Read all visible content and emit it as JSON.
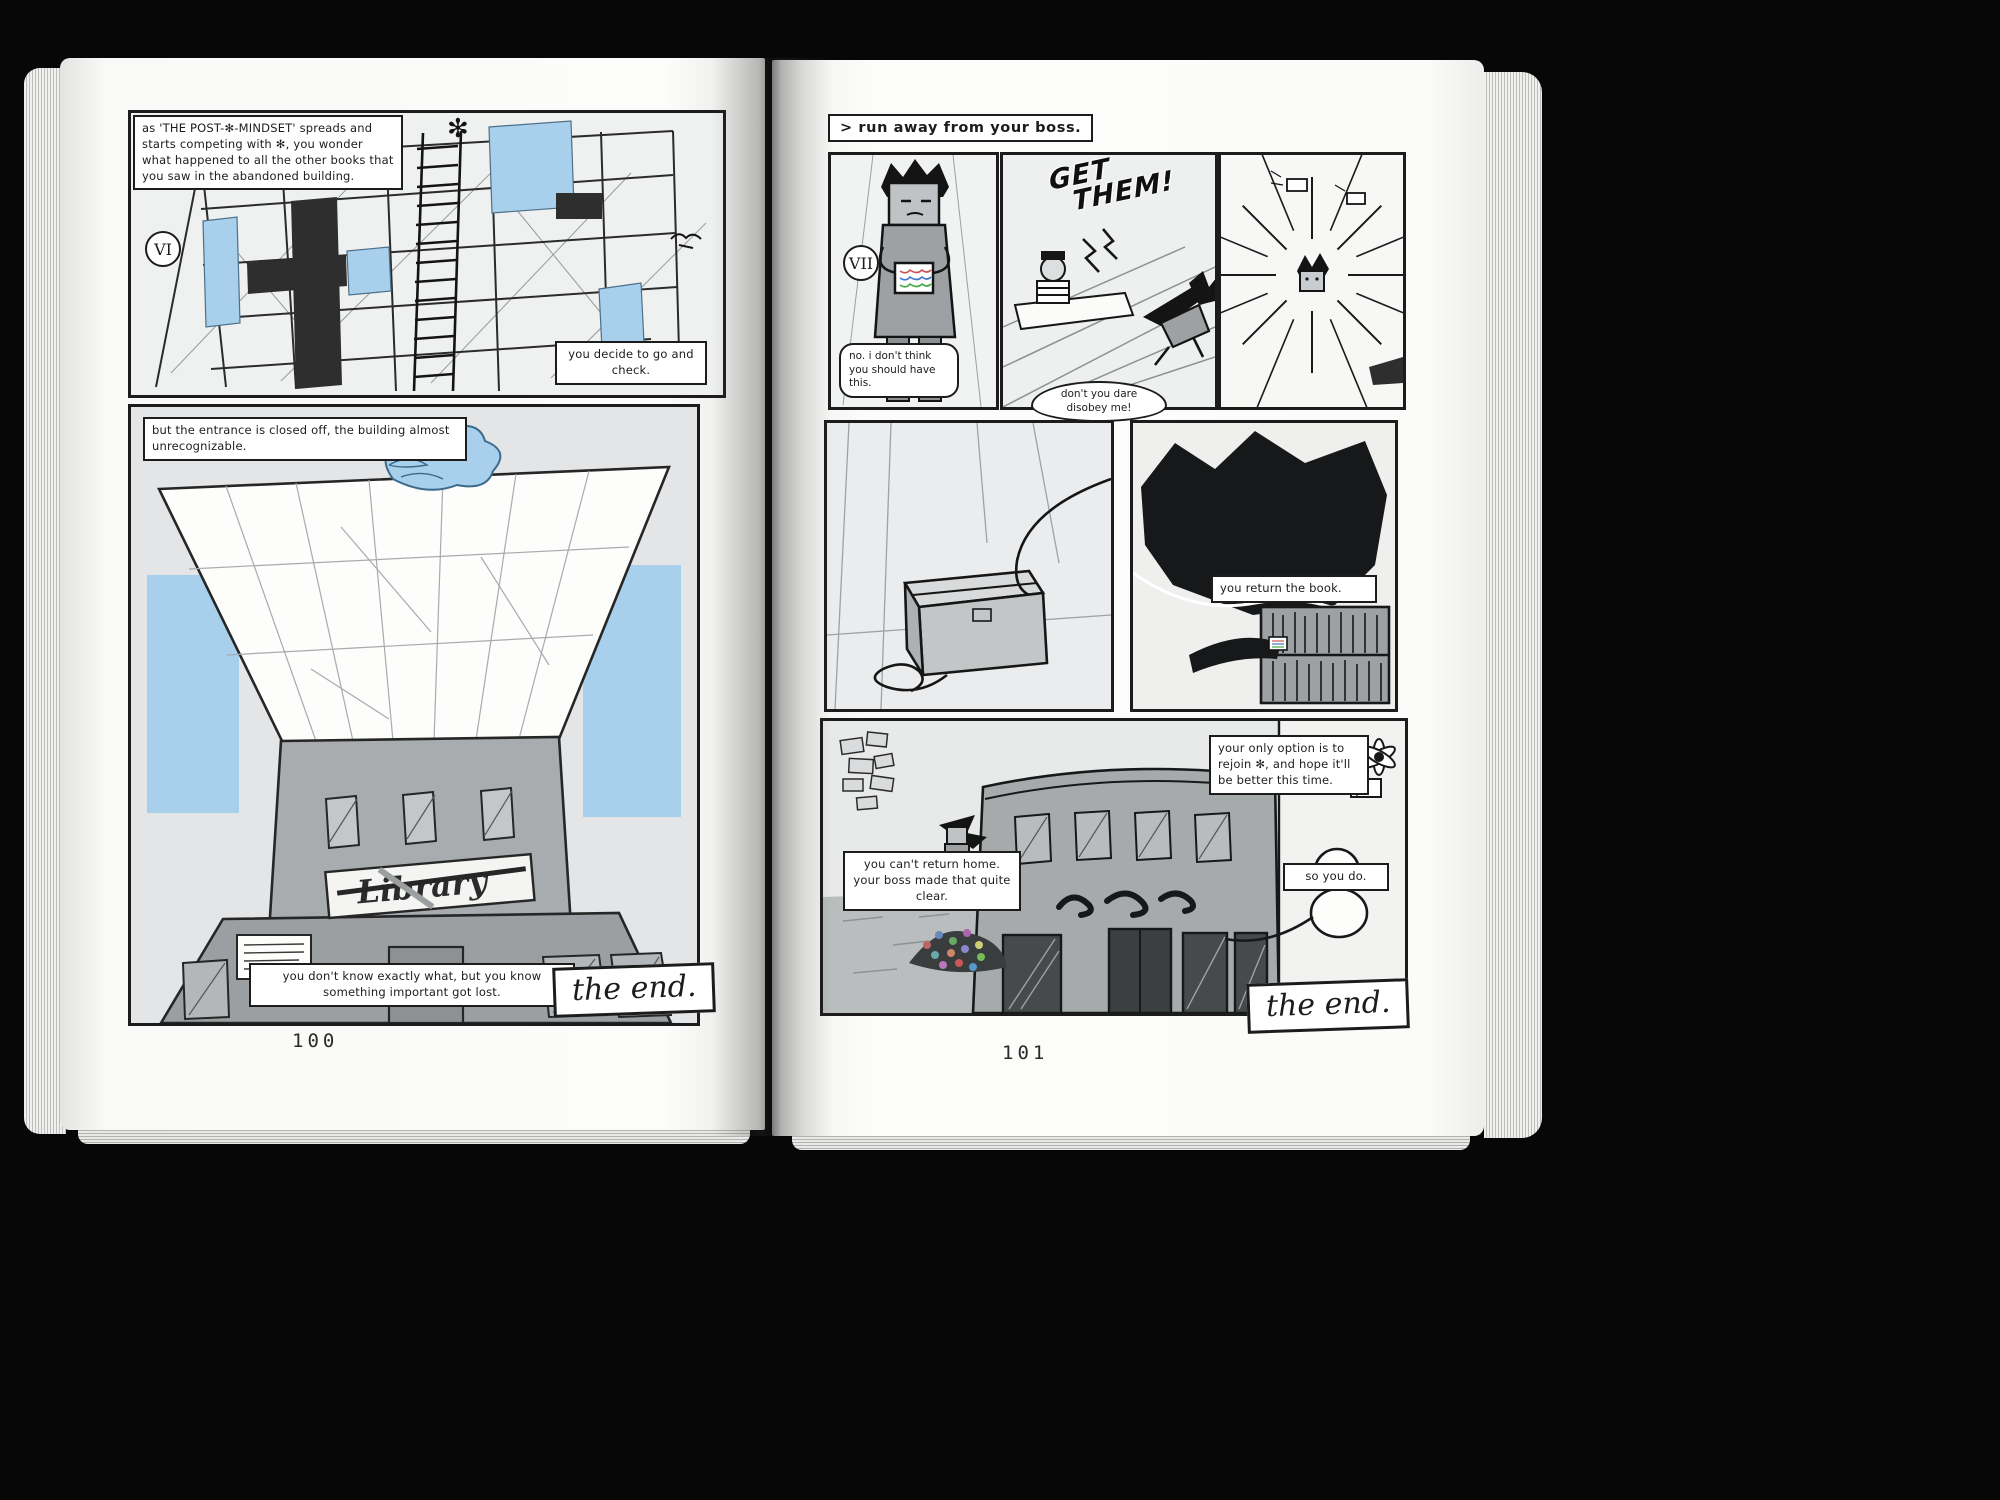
{
  "symbols": {
    "star": "✻"
  },
  "left_page": {
    "page_number": "100",
    "chapter_marker": "VI",
    "panel_facade": {
      "caption": "as 'THE POST-✻-MINDSET' spreads and starts competing with ✻, you wonder what happened to all the other books that you saw in the abandoned building.",
      "caption_bottom": "you decide to go and check."
    },
    "panel_tower": {
      "caption": "but the entrance is closed off, the building almost unrecognizable.",
      "sign": "Library",
      "caption_bottom": "you don't know exactly what, but you know something important got lost.",
      "the_end": "the end."
    }
  },
  "right_page": {
    "page_number": "101",
    "chapter_marker": "VII",
    "command": "> run away from your boss.",
    "panel_refuse": {
      "speech": "no. i don't think you should have this."
    },
    "panel_boss": {
      "shout_line1": "GET",
      "shout_line2": "THEM!",
      "speech": "don't you dare disobey me!"
    },
    "panel_return": {
      "caption": "you return the book."
    },
    "panel_street": {
      "caption_home": "you can't return home. your boss made that quite clear.",
      "caption_option": "your only option is to rejoin ✻, and hope it'll be better this time.",
      "caption_so": "so you do.",
      "the_end": "the end."
    }
  }
}
